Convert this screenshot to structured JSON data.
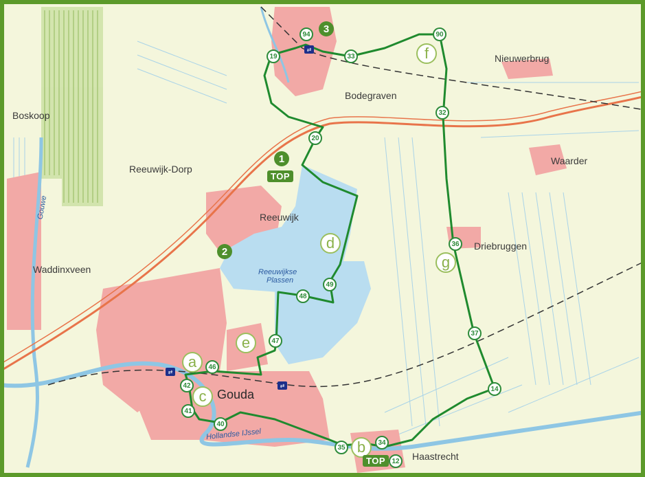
{
  "map": {
    "towns": [
      {
        "key": "boskoop",
        "label": "Boskoop"
      },
      {
        "key": "reeuwijk-dorp",
        "label": "Reeuwijk-Dorp"
      },
      {
        "key": "reeuwijk",
        "label": "Reeuwijk"
      },
      {
        "key": "waddinxveen",
        "label": "Waddinxveen"
      },
      {
        "key": "bodegraven",
        "label": "Bodegraven"
      },
      {
        "key": "nieuwerbrug",
        "label": "Nieuwerbrug"
      },
      {
        "key": "waarder",
        "label": "Waarder"
      },
      {
        "key": "driebruggen",
        "label": "Driebruggen"
      },
      {
        "key": "gouda",
        "label": "Gouda"
      },
      {
        "key": "haastrecht",
        "label": "Haastrecht"
      }
    ],
    "water_labels": {
      "gouwe": "Gouwe",
      "plassen_line1": "Reeuwijkse",
      "plassen_line2": "Plassen",
      "ijssel": "Hollandse IJssel"
    },
    "nodes": [
      "94",
      "19",
      "33",
      "90",
      "32",
      "20",
      "36",
      "49",
      "48",
      "47",
      "37",
      "46",
      "14",
      "42",
      "41",
      "40",
      "35",
      "34",
      "12"
    ],
    "poi": [
      "a",
      "b",
      "c",
      "d",
      "e",
      "f",
      "g"
    ],
    "numbers": [
      "1",
      "2",
      "3"
    ],
    "top_badges": [
      "TOP",
      "TOP"
    ],
    "colors": {
      "route": "#1f8a2e",
      "water": "#b9ddf0",
      "urban": "#f2a9a6",
      "land": "#f4f6dc",
      "highway": "#e8744a"
    },
    "icons": [
      "train-station-icon"
    ]
  }
}
